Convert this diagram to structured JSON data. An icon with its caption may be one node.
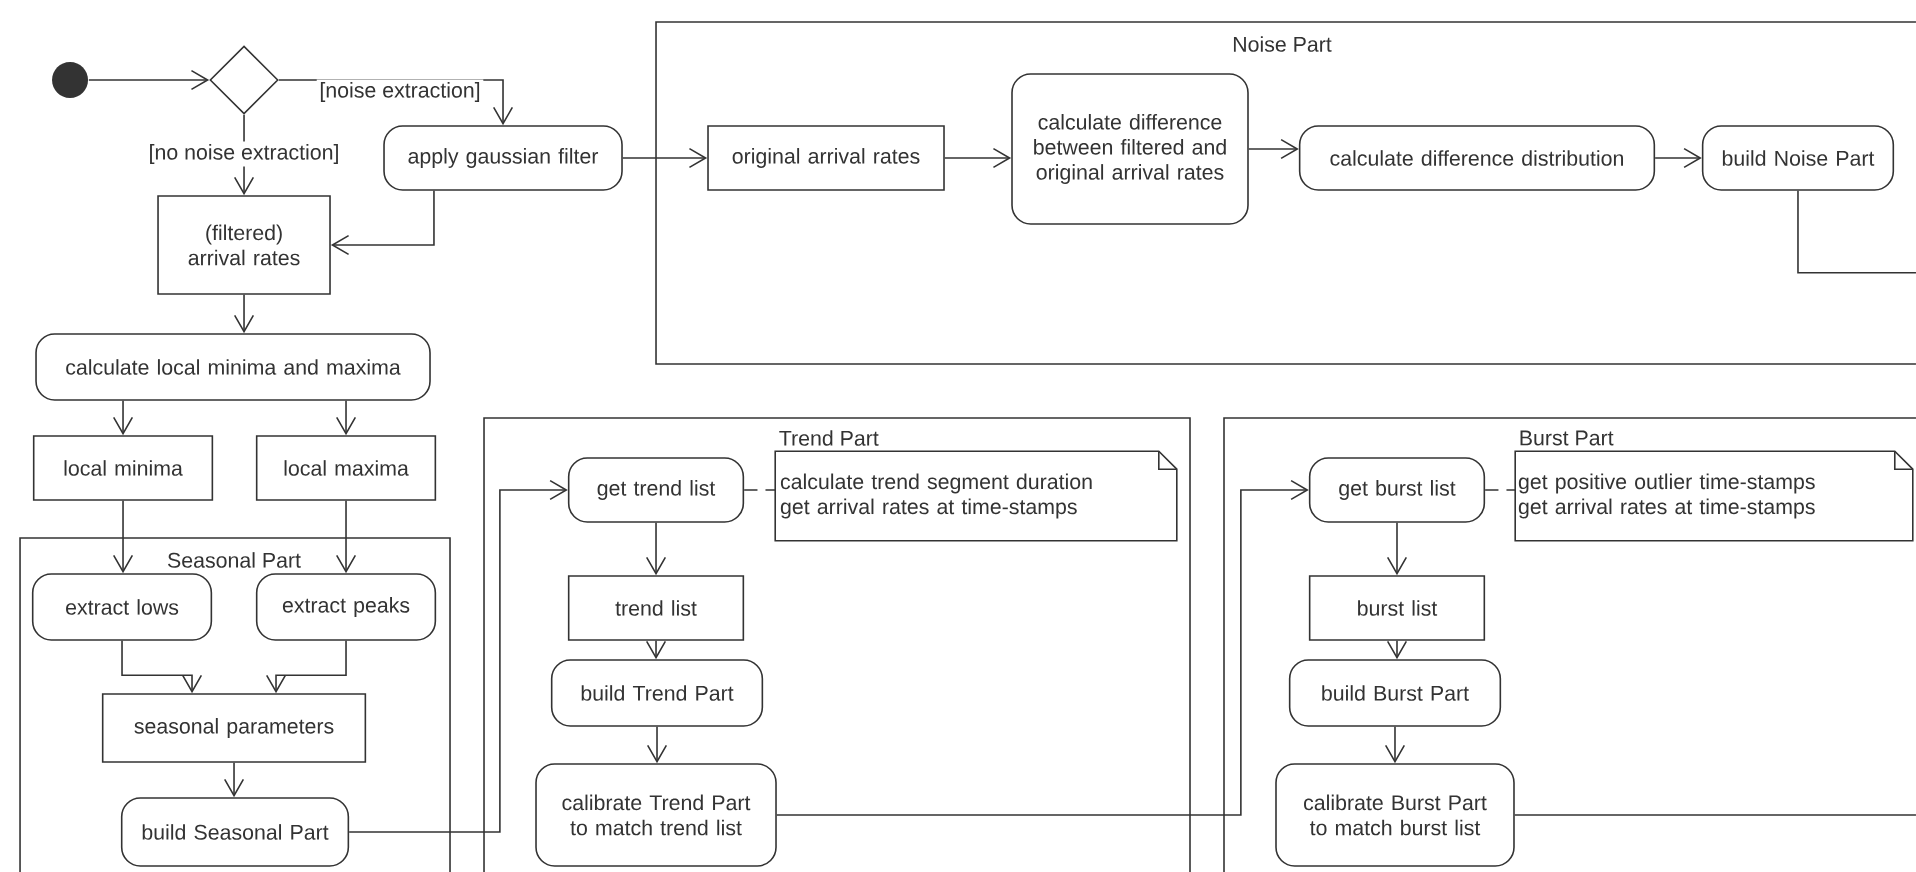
{
  "diagram": {
    "nodes": [
      {
        "text": [],
        "shape": "circle"
      },
      {
        "text": [],
        "shape": "diamond"
      },
      {
        "text": [
          "Noise Part"
        ]
      },
      {
        "text": [
          "apply gaussian filter"
        ]
      },
      {
        "text": [
          "(filtered) arrival rates"
        ]
      },
      {
        "text": [
          "original arrival rates"
        ],
        "in": 2
      },
      {
        "text": [
          "calculate difference between filtered and original arrival rates"
        ],
        "in": 2
      },
      {
        "text": [
          "calculate difference distribution"
        ],
        "in": 2
      },
      {
        "text": [
          "build Noise Part"
        ],
        "in": 2
      },
      {
        "text": [
          "calculate local minima and maxima"
        ]
      },
      {
        "text": [
          "local minima"
        ]
      },
      {
        "text": [
          "local maxima"
        ]
      },
      {
        "text": [
          "Seasonal Part"
        ]
      },
      {
        "text": [
          "extract lows"
        ],
        "in": 12
      },
      {
        "text": [
          "extract peaks"
        ],
        "in": 12
      },
      {
        "text": [
          "seasonal parameters"
        ],
        "in": 12
      },
      {
        "text": [
          "build Seasonal Part"
        ],
        "in": 12
      },
      {
        "text": [
          "Trend Part"
        ]
      },
      {
        "text": [
          "get trend list"
        ],
        "in": 17
      },
      {
        "text": [
          "calculate trend segment duration",
          "get arrival rates at time-stamps"
        ],
        "in": 17
      },
      {
        "text": [
          "trend list"
        ],
        "in": 17
      },
      {
        "text": [
          "build Trend Part"
        ],
        "in": 17
      },
      {
        "text": [
          "calibrate Trend Part to match trend list"
        ],
        "in": 17
      },
      {
        "text": [
          "Burst Part"
        ]
      },
      {
        "text": [
          "get burst list"
        ],
        "in": 23
      },
      {
        "text": [
          "get positive outlier time-stamps",
          "get arrival rates at time-stamps"
        ],
        "in": 23
      },
      {
        "text": [
          "burst list"
        ],
        "in": 23
      },
      {
        "text": [
          "build Burst Part"
        ],
        "in": 23
      },
      {
        "text": [
          "calibrate Burst Part to match burst list"
        ],
        "in": 23
      }
    ],
    "edges": [
      {
        "from": 0,
        "to": 1,
        "arrow": "to"
      },
      {
        "from": 1,
        "to": 3,
        "arrow": "to",
        "label": "[noise extraction]"
      },
      {
        "from": 1,
        "to": 4,
        "arrow": "to",
        "label": "[no noise extraction]"
      },
      {
        "from": 3,
        "to": 4,
        "arrow": "to"
      },
      {
        "from": 3,
        "to": 5,
        "arrow": "to"
      },
      {
        "from": 5,
        "to": 6,
        "arrow": "to"
      },
      {
        "from": 6,
        "to": 7,
        "arrow": "to"
      },
      {
        "from": 7,
        "to": 8,
        "arrow": "to"
      },
      {
        "from": 8,
        "to": null,
        "arrow": "none"
      },
      {
        "from": 4,
        "to": 9,
        "arrow": "to"
      },
      {
        "from": 9,
        "to": 10,
        "arrow": "to"
      },
      {
        "from": 9,
        "to": 11,
        "arrow": "to"
      },
      {
        "from": 10,
        "to": 13,
        "arrow": "to"
      },
      {
        "from": 11,
        "to": 14,
        "arrow": "to"
      },
      {
        "from": 13,
        "to": 15,
        "arrow": "to"
      },
      {
        "from": 14,
        "to": 15,
        "arrow": "to"
      },
      {
        "from": 15,
        "to": 16,
        "arrow": "to"
      },
      {
        "from": 16,
        "to": 18,
        "arrow": "to"
      },
      {
        "from": 18,
        "to": 19,
        "arrow": "none",
        "style": "dashed"
      },
      {
        "from": 18,
        "to": 20,
        "arrow": "to"
      },
      {
        "from": 20,
        "to": 21,
        "arrow": "to"
      },
      {
        "from": 21,
        "to": 22,
        "arrow": "to"
      },
      {
        "from": 22,
        "to": 24,
        "arrow": "to"
      },
      {
        "from": 24,
        "to": 25,
        "arrow": "none",
        "style": "dashed"
      },
      {
        "from": 24,
        "to": 26,
        "arrow": "to"
      },
      {
        "from": 26,
        "to": 27,
        "arrow": "to"
      },
      {
        "from": 27,
        "to": 28,
        "arrow": "to"
      },
      {
        "from": 28,
        "to": null,
        "arrow": "none"
      }
    ]
  }
}
